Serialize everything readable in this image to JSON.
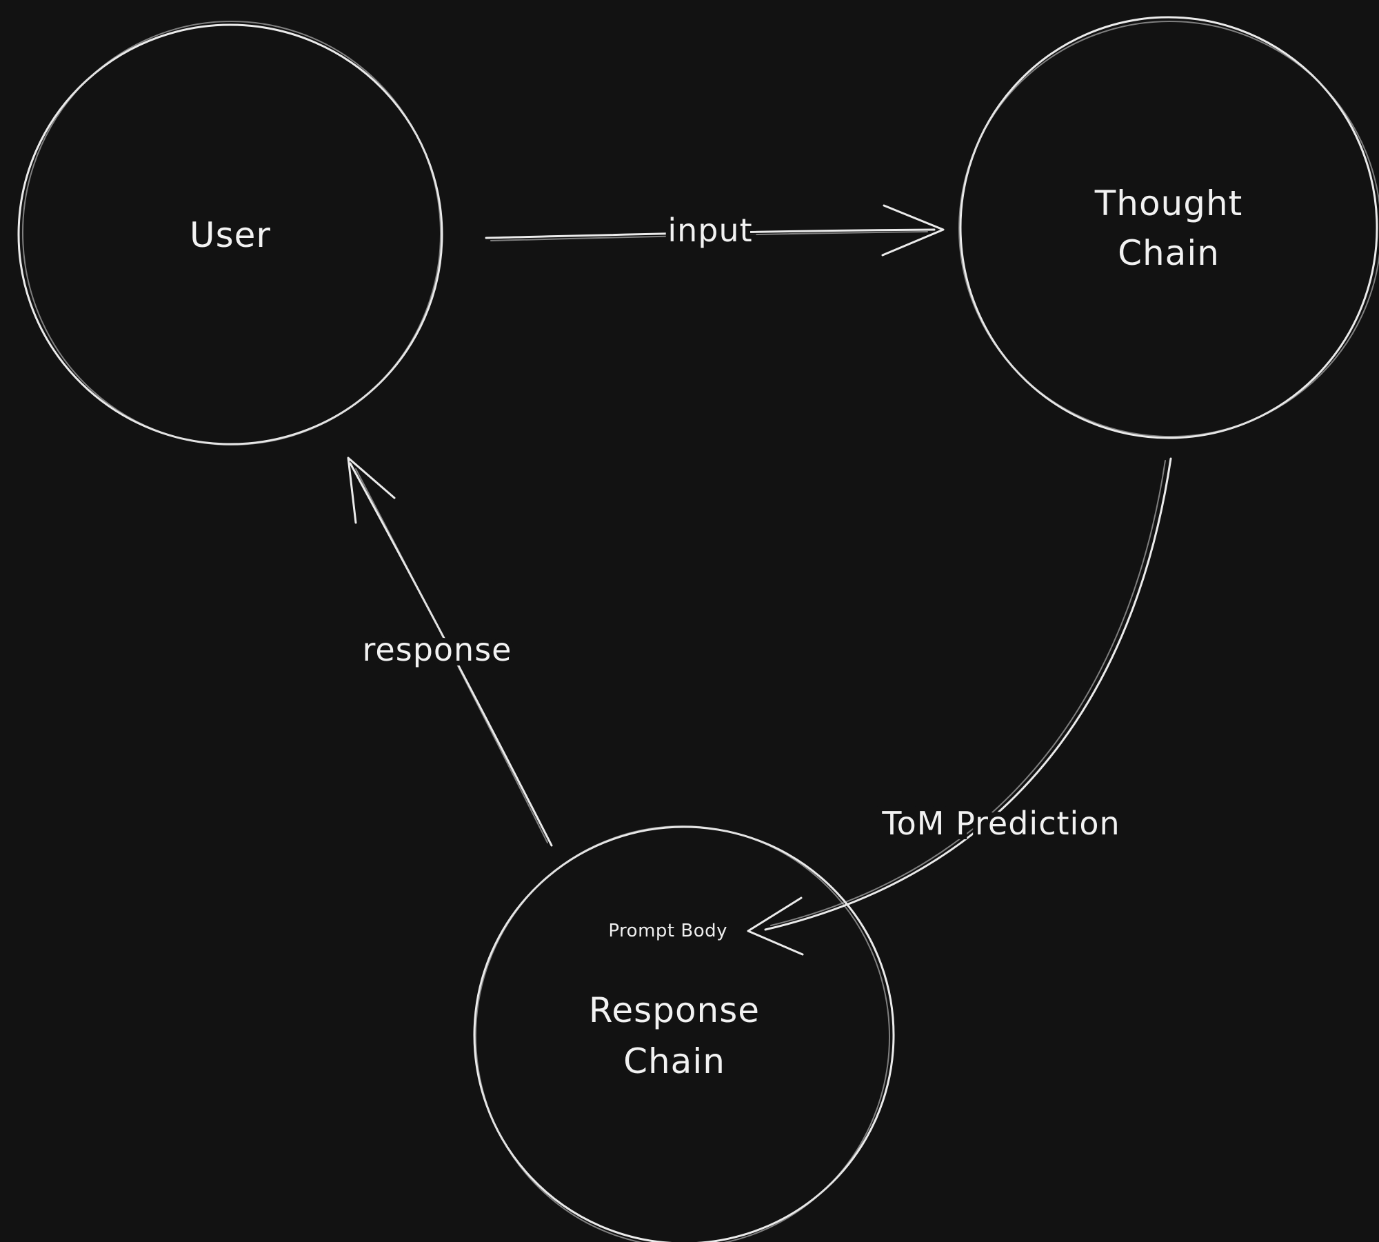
{
  "diagram": {
    "background_color": "#121212",
    "stroke_color": "#ebebeb",
    "nodes": {
      "user": {
        "label": "User"
      },
      "thought_chain": {
        "label_line1": "Thought",
        "label_line2": "Chain"
      },
      "response_chain": {
        "label_line1": "Response",
        "label_line2": "Chain",
        "sub_label": "Prompt Body"
      }
    },
    "edges": {
      "input": {
        "label": "input"
      },
      "tom_prediction": {
        "label": "ToM Prediction"
      },
      "response": {
        "label": "response"
      }
    }
  }
}
